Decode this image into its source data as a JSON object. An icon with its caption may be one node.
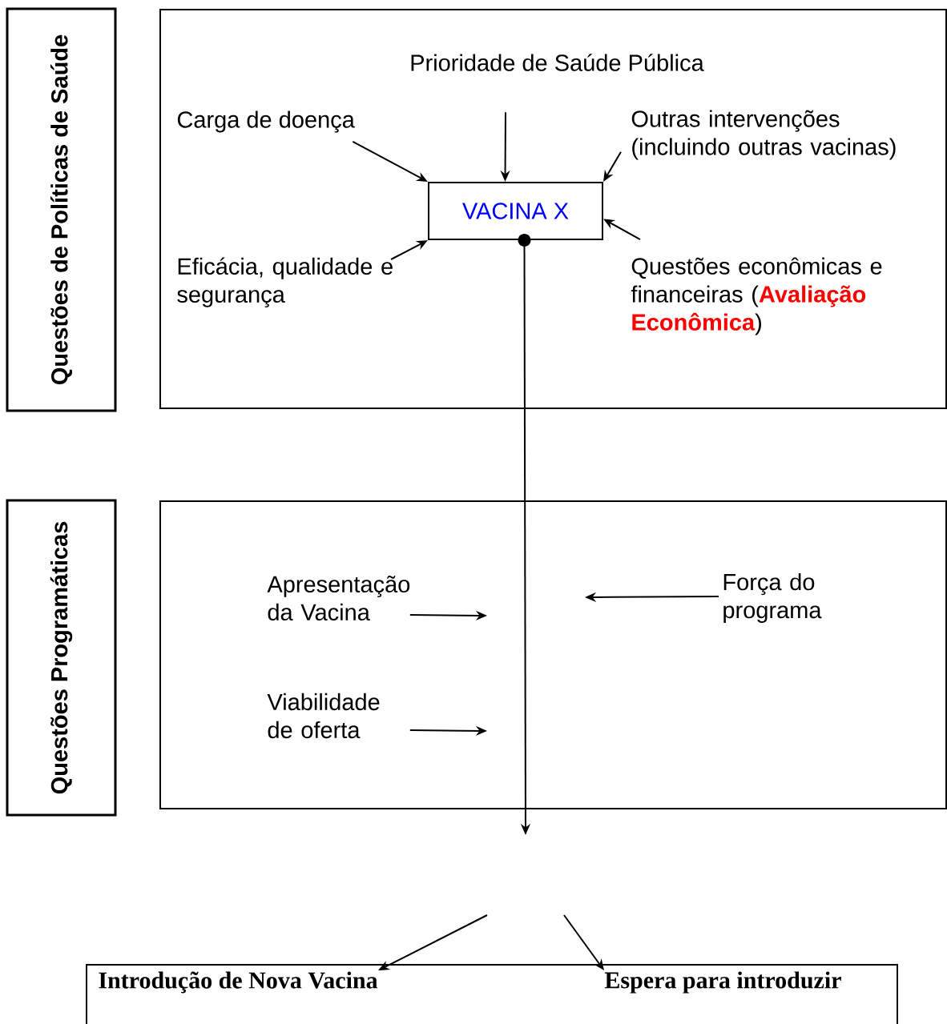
{
  "diagram": {
    "nodes": [
      {
        "text": [
          "Questões de Políticas de Saúde"
        ]
      },
      {
        "text": [],
        "shape": "box"
      },
      {
        "text": [
          "Prioridade de Saúde Pública"
        ],
        "in": 1
      },
      {
        "text": [
          "Carga de doença"
        ],
        "in": 1
      },
      {
        "text": [
          "Outras intervenções (incluindo outras vacinas)"
        ],
        "in": 1
      },
      {
        "text": [
          "VACINA X"
        ],
        "in": 1
      },
      {
        "text": [
          "Eficácia, qualidade e segurança"
        ],
        "in": 1
      },
      {
        "text": [
          "Questões econômicas e financeiras (**Avaliação Econômica**)"
        ],
        "in": 1
      },
      {
        "text": [
          "Questões Programáticas"
        ]
      },
      {
        "text": [],
        "shape": "box"
      },
      {
        "text": [
          "Apresentação da Vacina"
        ],
        "in": 9
      },
      {
        "text": [
          "Força do programa"
        ],
        "in": 9
      },
      {
        "text": [
          "Viabilidade de oferta"
        ],
        "in": 9
      },
      {
        "text": [],
        "shape": "box"
      },
      {
        "text": [
          "Introdução de Nova Vacina"
        ],
        "in": 13
      },
      {
        "text": [
          "Espera para introduzir"
        ],
        "in": 13
      }
    ],
    "edges": [
      {
        "from": 2,
        "to": 5,
        "arrow": "to"
      },
      {
        "from": 3,
        "to": 5,
        "arrow": "to"
      },
      {
        "from": 4,
        "to": 5,
        "arrow": "to"
      },
      {
        "from": 6,
        "to": 5,
        "arrow": "to"
      },
      {
        "from": 7,
        "to": 5,
        "arrow": "to"
      },
      {
        "from": 5,
        "to": null,
        "arrow": "to"
      },
      {
        "from": 10,
        "to": null,
        "arrow": "to"
      },
      {
        "from": 11,
        "to": null,
        "arrow": "to"
      },
      {
        "from": 12,
        "to": null,
        "arrow": "to"
      },
      {
        "from": null,
        "to": 14,
        "arrow": "to"
      },
      {
        "from": null,
        "to": 15,
        "arrow": "to"
      }
    ]
  }
}
